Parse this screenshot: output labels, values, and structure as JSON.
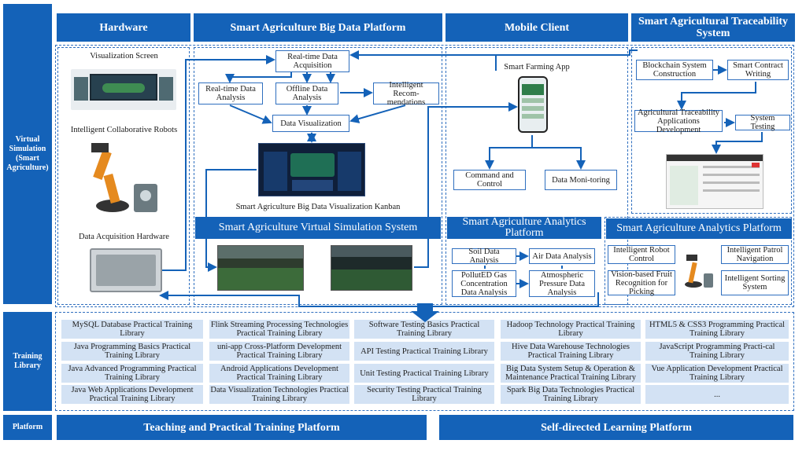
{
  "left_labels": {
    "virtual": "Virtual Simulation (Smart Agriculture)",
    "training": "Training Library",
    "platform": "Platform"
  },
  "headers": {
    "hardware": "Hardware",
    "big_data": "Smart Agriculture Big Data Platform",
    "mobile": "Mobile Client",
    "traceability": "Smart Agricultural Traceability System"
  },
  "hardware": {
    "vis_screen": "Visualization Screen",
    "robots": "Intelligent Collaborative Robots",
    "acquisition": "Data Acquisition Hardware"
  },
  "big_data": {
    "realtime_acq": "Real-time Data Acquisition",
    "realtime_analysis": "Real-time Data Analysis",
    "offline_analysis": "Offline Data Analysis",
    "intelligent_rec": "Intelligent Recom-mendations",
    "data_vis": "Data Visualization",
    "kanban": "Smart Agriculture Big Data Visualization Kanban"
  },
  "virtual_sim_title": "Smart Agriculture Virtual Simulation System",
  "mobile": {
    "app": "Smart Farming App",
    "command": "Command and Control",
    "monitoring": "Data Moni-toring"
  },
  "trace": {
    "blockchain": "Blockchain System Construction",
    "smart_contract": "Smart Contract Writing",
    "apps_dev": "Agricultural Traceability Applications Development",
    "testing": "System Testing"
  },
  "analytics1": {
    "title": "Smart Agriculture Analytics Platform",
    "soil": "Soil Data Analysis",
    "air": "Air Data Analysis",
    "gas": "PollutED Gas Concentration Data Analysis",
    "pressure": "Atmospheric Pressure Data Analysis"
  },
  "analytics2": {
    "title": "Smart Agriculture Analytics Platform",
    "robot_control": "Intelligent Robot Control",
    "patrol": "Intelligent Patrol Navigation",
    "fruit": "Vision-based Fruit Recognition for Picking",
    "sorting": "Intelligent Sorting System"
  },
  "training": {
    "columns": [
      [
        "MySQL Database Practical Training Library",
        "Java Programming Basics Practical Training Library",
        "Java Advanced Programming Practical Training Library",
        "Java Web Applications Development Practical Training Library"
      ],
      [
        "Flink Streaming Processing Technologies Practical Training Library",
        "uni-app Cross-Platform Development Practical Training Library",
        "Android Applications Development Practical Training Library",
        "Data Visualization Technologies Practical Training Library"
      ],
      [
        "Software Testing Basics Practical Training Library",
        "API Testing Practical Training Library",
        "Unit Testing Practical Training Library",
        "Security Testing Practical Training Library"
      ],
      [
        "Hadoop Technology Practical Training Library",
        "Hive Data Warehouse Technologies Practical Training Library",
        "Big Data System Setup & Operation & Maintenance Practical Training Library",
        "Spark Big Data Technologies Practical Training Library"
      ],
      [
        "HTML5 & CSS3 Programming Practical Training Library",
        "JavaScript Programming Practi-cal Training Library",
        "Vue Application Development Practical Training Library",
        "..."
      ]
    ]
  },
  "platforms": {
    "teaching": "Teaching and Practical Training Platform",
    "self": "Self-directed Learning Platform"
  }
}
